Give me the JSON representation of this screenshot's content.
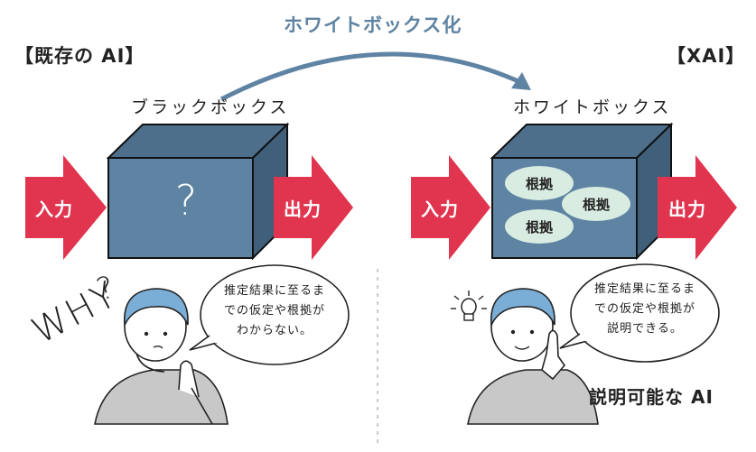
{
  "left": {
    "heading": "【既存の AI】",
    "box_title": "ブラックボックス",
    "input_label": "入力",
    "output_label": "出力",
    "box_mark": "?",
    "bubble_lines": [
      "推定結果に至るま",
      "での仮定や根拠が",
      "わからない。"
    ],
    "why_text": "WHY",
    "why_mark": "?"
  },
  "transition_label": "ホワイトボックス化",
  "right": {
    "heading": "【XAI】",
    "box_title": "ホワイトボックス",
    "input_label": "入力",
    "output_label": "出力",
    "chips": [
      "根拠",
      "根拠",
      "根拠"
    ],
    "bubble_lines": [
      "推定結果に至るま",
      "での仮定や根拠が",
      "説明できる。"
    ],
    "caption": "説明可能な AI"
  },
  "colors": {
    "arrow_red": "#e0344f",
    "box_front": "#5f84a3",
    "box_top": "#4d6f8c",
    "box_side": "#3f5f7a",
    "chip_fill": "#d8ece1",
    "transition_blue": "#5f84a3",
    "hair_blue": "#7aaed7",
    "shirt_gray": "#c8c8c8"
  },
  "icons": [
    "question-mark-icon",
    "lightbulb-icon"
  ]
}
